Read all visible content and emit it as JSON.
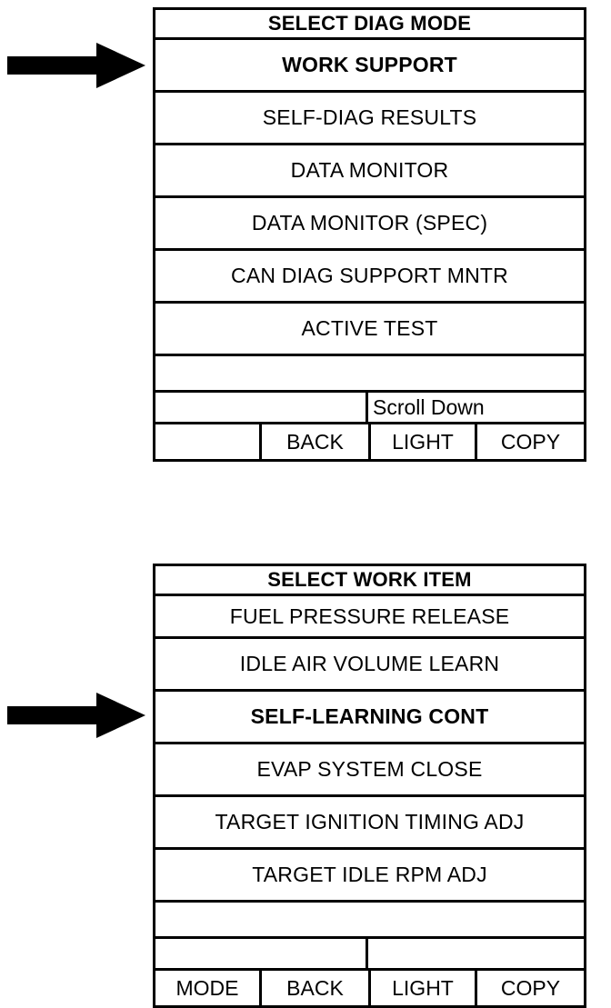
{
  "screens": [
    {
      "id": "select-diag-mode",
      "title": "SELECT DIAG MODE",
      "items": [
        {
          "label": "WORK SUPPORT",
          "selected": true
        },
        {
          "label": "SELF-DIAG RESULTS",
          "selected": false
        },
        {
          "label": "DATA MONITOR",
          "selected": false
        },
        {
          "label": "DATA MONITOR (SPEC)",
          "selected": false
        },
        {
          "label": "CAN DIAG SUPPORT MNTR",
          "selected": false
        },
        {
          "label": "ACTIVE TEST",
          "selected": false
        }
      ],
      "blank_row": "",
      "scroll_row": {
        "left": "",
        "right": "Scroll Down"
      },
      "soft_keys": [
        "",
        "BACK",
        "LIGHT",
        "COPY"
      ],
      "pointer": {
        "icon": "right-arrow-icon",
        "points_to": "WORK SUPPORT"
      }
    },
    {
      "id": "select-work-item",
      "title": "SELECT WORK ITEM",
      "items": [
        {
          "label": "FUEL PRESSURE RELEASE",
          "selected": false
        },
        {
          "label": "IDLE AIR VOLUME LEARN",
          "selected": false
        },
        {
          "label": "SELF-LEARNING CONT",
          "selected": true
        },
        {
          "label": "EVAP SYSTEM CLOSE",
          "selected": false
        },
        {
          "label": "TARGET IGNITION TIMING ADJ",
          "selected": false
        },
        {
          "label": "TARGET IDLE RPM ADJ",
          "selected": false
        }
      ],
      "blank_row": "",
      "scroll_row": {
        "left": "",
        "right": ""
      },
      "soft_keys": [
        "MODE",
        "BACK",
        "LIGHT",
        "COPY"
      ],
      "pointer": {
        "icon": "right-arrow-icon",
        "points_to": "SELF-LEARNING CONT"
      }
    }
  ],
  "colors": {
    "ink": "#000000",
    "paper": "#ffffff"
  }
}
